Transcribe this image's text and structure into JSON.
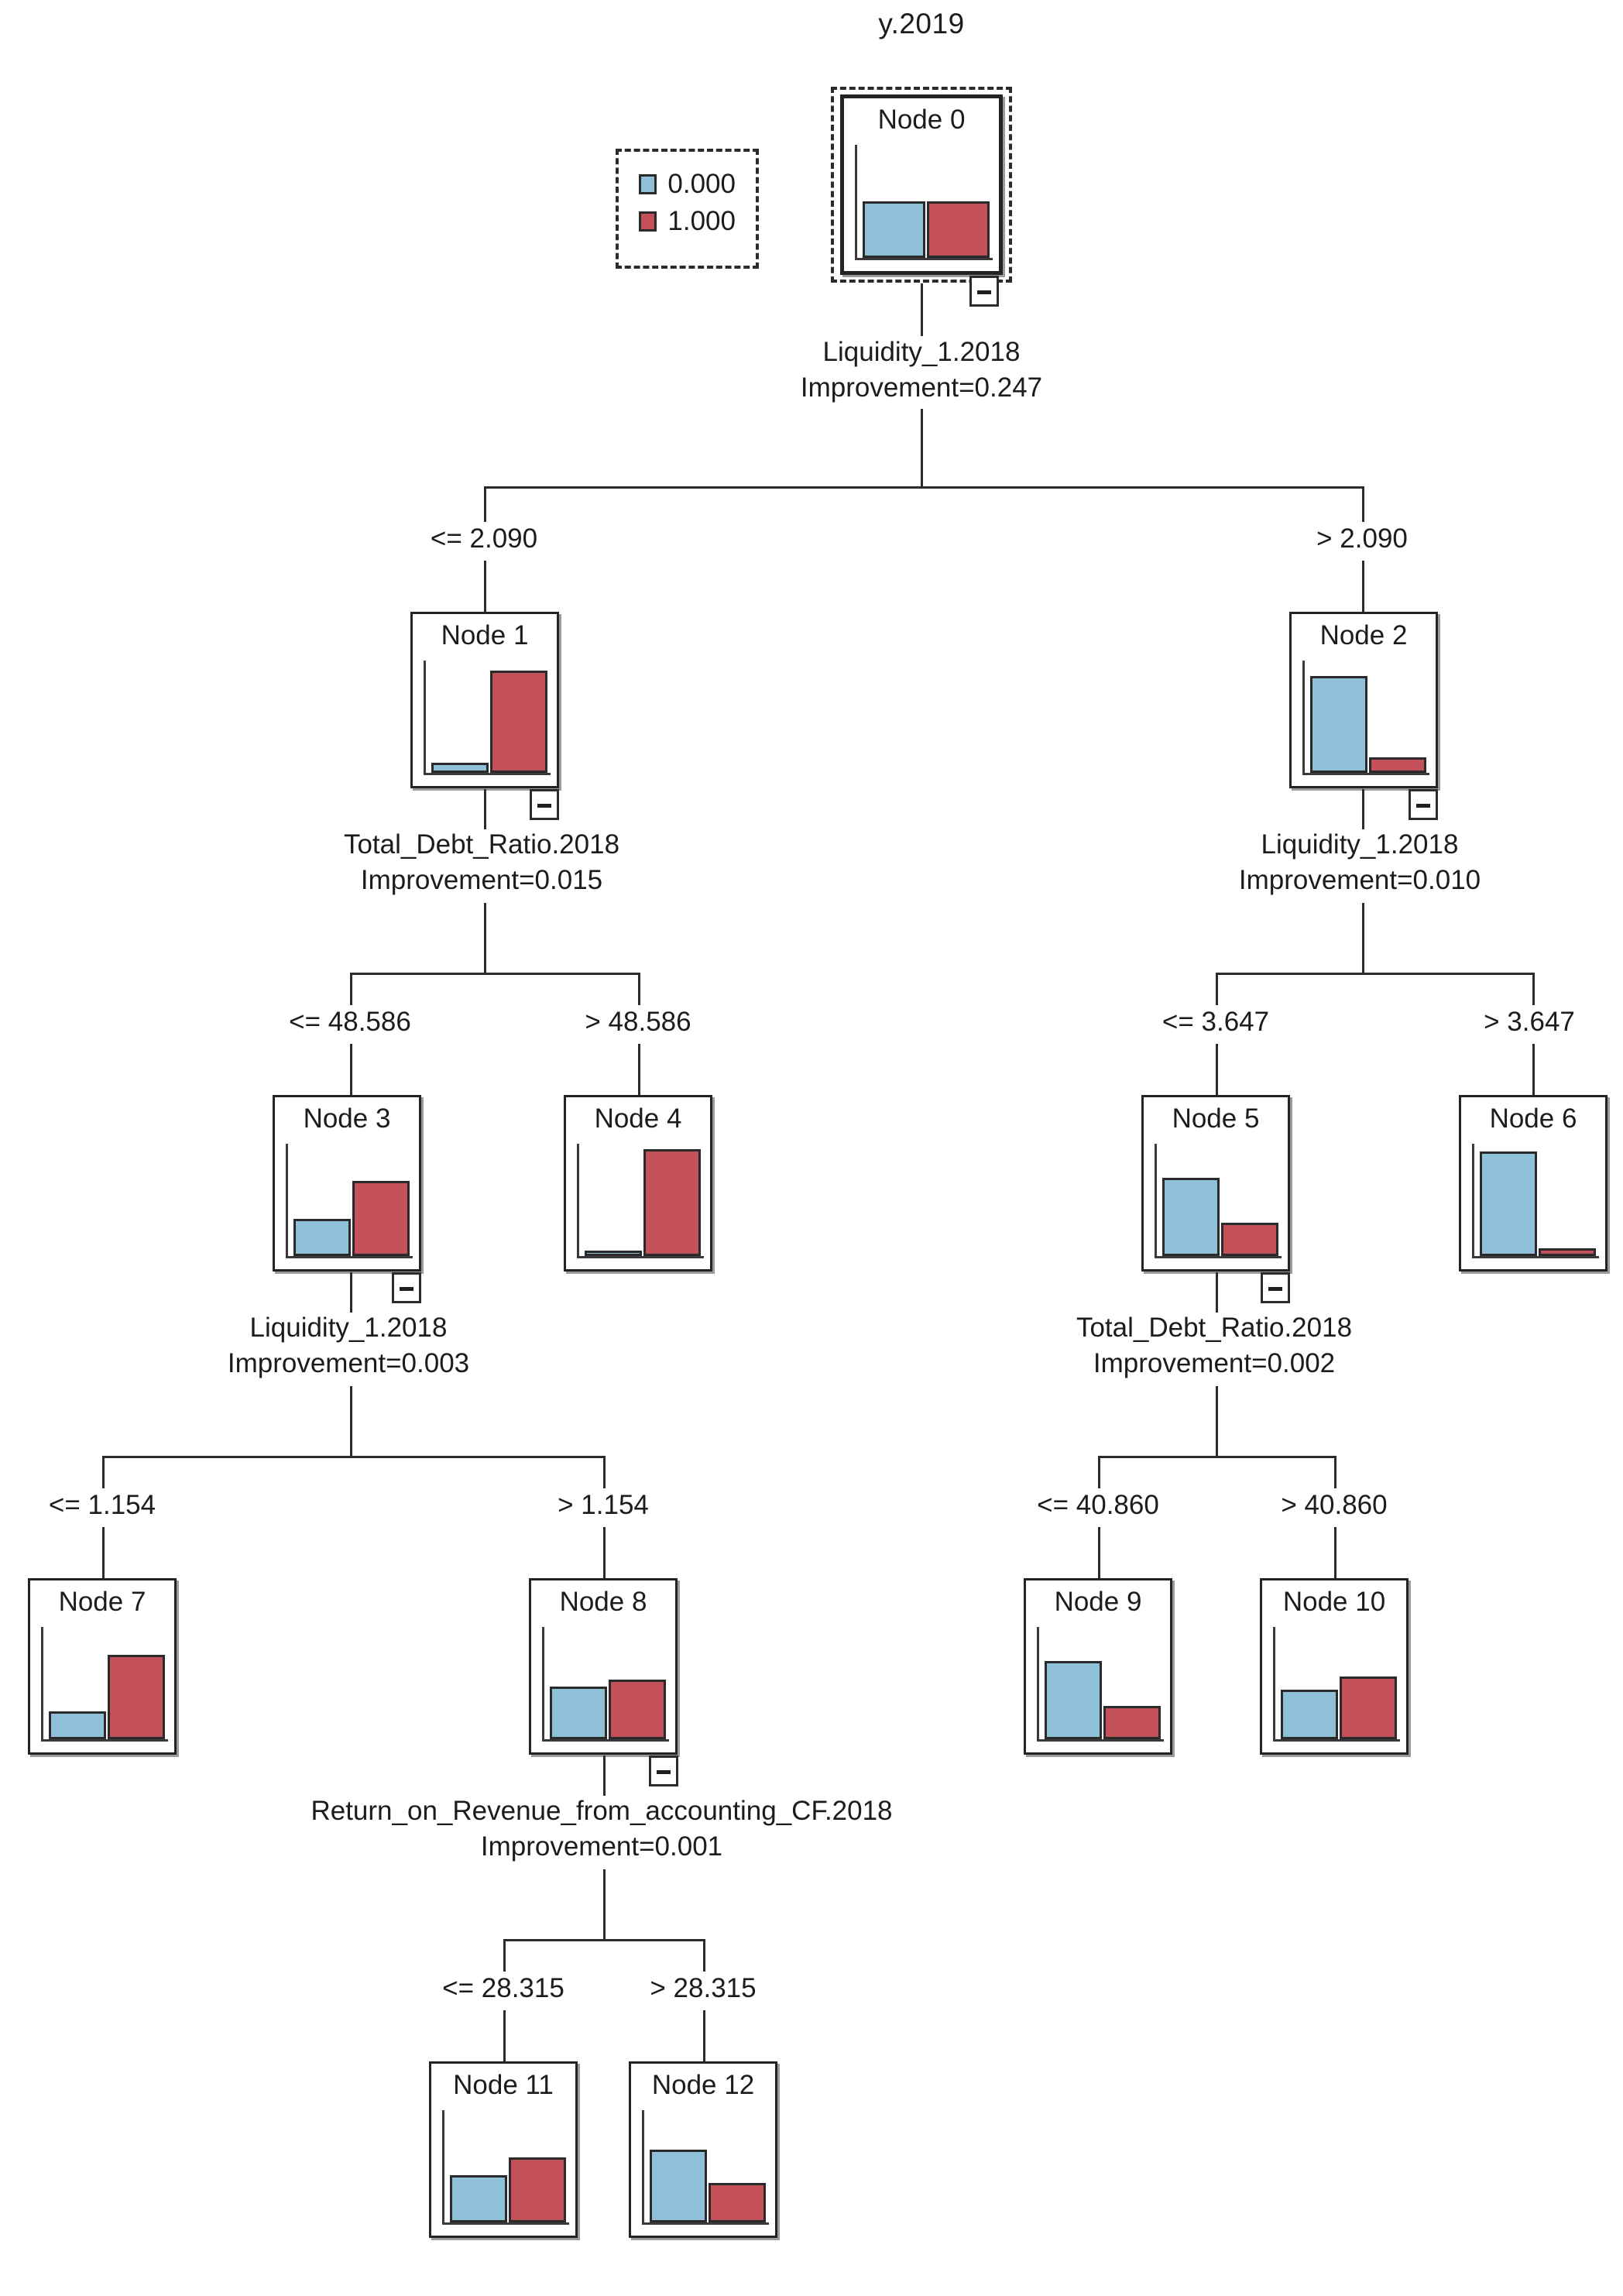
{
  "title": "y.2019",
  "legend": {
    "name": "target-legend",
    "entries": [
      {
        "label": "0.000",
        "color": "#8ec0d8"
      },
      {
        "label": "1.000",
        "color": "#c4505a"
      }
    ]
  },
  "colors": {
    "class0": "#8ec0d8",
    "class1": "#c4505a",
    "line": "#2b2b2b",
    "border": "#232323",
    "background": "#ffffff"
  },
  "improvement_prefix": "Improvement=",
  "nodes": {
    "n0": {
      "label": "Node 0",
      "values": [
        0.5,
        0.5
      ]
    },
    "n1": {
      "label": "Node 1",
      "values": [
        0.09,
        0.91
      ]
    },
    "n2": {
      "label": "Node 2",
      "values": [
        0.86,
        0.14
      ]
    },
    "n3": {
      "label": "Node 3",
      "values": [
        0.33,
        0.67
      ]
    },
    "n4": {
      "label": "Node 4",
      "values": [
        0.05,
        0.95
      ]
    },
    "n5": {
      "label": "Node 5",
      "values": [
        0.7,
        0.3
      ]
    },
    "n6": {
      "label": "Node 6",
      "values": [
        0.93,
        0.07
      ]
    },
    "n7": {
      "label": "Node 7",
      "values": [
        0.25,
        0.75
      ]
    },
    "n8": {
      "label": "Node 8",
      "values": [
        0.47,
        0.53
      ]
    },
    "n9": {
      "label": "Node  9",
      "values": [
        0.7,
        0.3
      ]
    },
    "n10": {
      "label": "Node 10",
      "values": [
        0.44,
        0.56
      ]
    },
    "n11": {
      "label": "Node  11",
      "values": [
        0.42,
        0.58
      ]
    },
    "n12": {
      "label": "Node 12",
      "values": [
        0.65,
        0.35
      ]
    }
  },
  "splits": {
    "s0": {
      "variable": "Liquidity_1.2018",
      "improvement": "Improvement=0.247",
      "left": "<= 2.090",
      "right": "> 2.090"
    },
    "s1": {
      "variable": "Total_Debt_Ratio.2018",
      "improvement": "Improvement=0.015",
      "left": "<= 48.586",
      "right": "> 48.586"
    },
    "s2": {
      "variable": "Liquidity_1.2018",
      "improvement": "Improvement=0.010",
      "left": "<= 3.647",
      "right": "> 3.647"
    },
    "s3": {
      "variable": "Liquidity_1.2018",
      "improvement": "Improvement=0.003",
      "left": "<= 1.154",
      "right": "> 1.154"
    },
    "s5": {
      "variable": "Total_Debt_Ratio.2018",
      "improvement": "Improvement=0.002",
      "left": "<= 40.860",
      "right": "> 40.860"
    },
    "s8": {
      "variable": "Return_on_Revenue_from_accounting_CF.2018",
      "improvement": "Improvement=0.001",
      "left": "<= 28.315",
      "right": "> 28.315"
    }
  },
  "chart_data": {
    "type": "tree",
    "title": "y.2019",
    "target": "y.2019",
    "classes": [
      "0.000",
      "1.000"
    ],
    "class_colors": [
      "#8ec0d8",
      "#c4505a"
    ],
    "tree": [
      {
        "id": 0,
        "label": "Node 0",
        "parent": null,
        "branch": null,
        "split_variable": "Liquidity_1.2018",
        "improvement": 0.247,
        "distribution": {
          "0.000": 0.5,
          "1.000": 0.5
        }
      },
      {
        "id": 1,
        "label": "Node 1",
        "parent": 0,
        "branch": "<= 2.090",
        "split_variable": "Total_Debt_Ratio.2018",
        "improvement": 0.015,
        "distribution": {
          "0.000": 0.09,
          "1.000": 0.91
        }
      },
      {
        "id": 2,
        "label": "Node 2",
        "parent": 0,
        "branch": "> 2.090",
        "split_variable": "Liquidity_1.2018",
        "improvement": 0.01,
        "distribution": {
          "0.000": 0.86,
          "1.000": 0.14
        }
      },
      {
        "id": 3,
        "label": "Node 3",
        "parent": 1,
        "branch": "<= 48.586",
        "split_variable": "Liquidity_1.2018",
        "improvement": 0.003,
        "distribution": {
          "0.000": 0.33,
          "1.000": 0.67
        }
      },
      {
        "id": 4,
        "label": "Node 4",
        "parent": 1,
        "branch": "> 48.586",
        "split_variable": null,
        "improvement": null,
        "distribution": {
          "0.000": 0.05,
          "1.000": 0.95
        }
      },
      {
        "id": 5,
        "label": "Node 5",
        "parent": 2,
        "branch": "<= 3.647",
        "split_variable": "Total_Debt_Ratio.2018",
        "improvement": 0.002,
        "distribution": {
          "0.000": 0.7,
          "1.000": 0.3
        }
      },
      {
        "id": 6,
        "label": "Node 6",
        "parent": 2,
        "branch": "> 3.647",
        "split_variable": null,
        "improvement": null,
        "distribution": {
          "0.000": 0.93,
          "1.000": 0.07
        }
      },
      {
        "id": 7,
        "label": "Node 7",
        "parent": 3,
        "branch": "<= 1.154",
        "split_variable": null,
        "improvement": null,
        "distribution": {
          "0.000": 0.25,
          "1.000": 0.75
        }
      },
      {
        "id": 8,
        "label": "Node 8",
        "parent": 3,
        "branch": "> 1.154",
        "split_variable": "Return_on_Revenue_from_accounting_CF.2018",
        "improvement": 0.001,
        "distribution": {
          "0.000": 0.47,
          "1.000": 0.53
        }
      },
      {
        "id": 9,
        "label": "Node  9",
        "parent": 5,
        "branch": "<= 40.860",
        "split_variable": null,
        "improvement": null,
        "distribution": {
          "0.000": 0.7,
          "1.000": 0.3
        }
      },
      {
        "id": 10,
        "label": "Node 10",
        "parent": 5,
        "branch": "> 40.860",
        "split_variable": null,
        "improvement": null,
        "distribution": {
          "0.000": 0.44,
          "1.000": 0.56
        }
      },
      {
        "id": 11,
        "label": "Node  11",
        "parent": 8,
        "branch": "<= 28.315",
        "split_variable": null,
        "improvement": null,
        "distribution": {
          "0.000": 0.42,
          "1.000": 0.58
        }
      },
      {
        "id": 12,
        "label": "Node 12",
        "parent": 8,
        "branch": "> 28.315",
        "split_variable": null,
        "improvement": null,
        "distribution": {
          "0.000": 0.65,
          "1.000": 0.35
        }
      }
    ]
  }
}
